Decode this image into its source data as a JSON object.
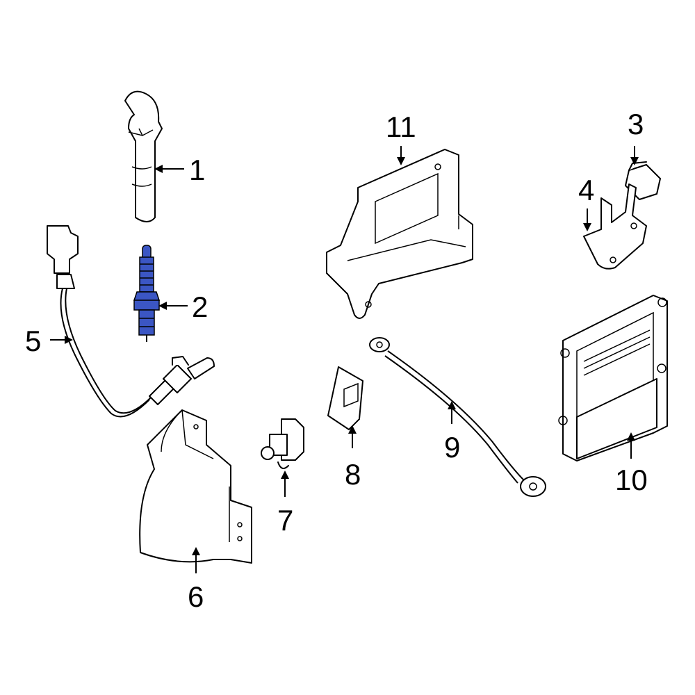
{
  "colors": {
    "highlight": "#3b56c4",
    "line": "#000000",
    "background": "#ffffff"
  },
  "callouts": [
    {
      "number": "1",
      "part": "ignition-coil"
    },
    {
      "number": "2",
      "part": "spark-plug"
    },
    {
      "number": "3",
      "part": "sensor"
    },
    {
      "number": "4",
      "part": "bracket"
    },
    {
      "number": "5",
      "part": "oxygen-sensor"
    },
    {
      "number": "6",
      "part": "heat-shield"
    },
    {
      "number": "7",
      "part": "sensor"
    },
    {
      "number": "8",
      "part": "bracket"
    },
    {
      "number": "9",
      "part": "ground-strap"
    },
    {
      "number": "10",
      "part": "ecm"
    },
    {
      "number": "11",
      "part": "ecm-bracket"
    }
  ]
}
